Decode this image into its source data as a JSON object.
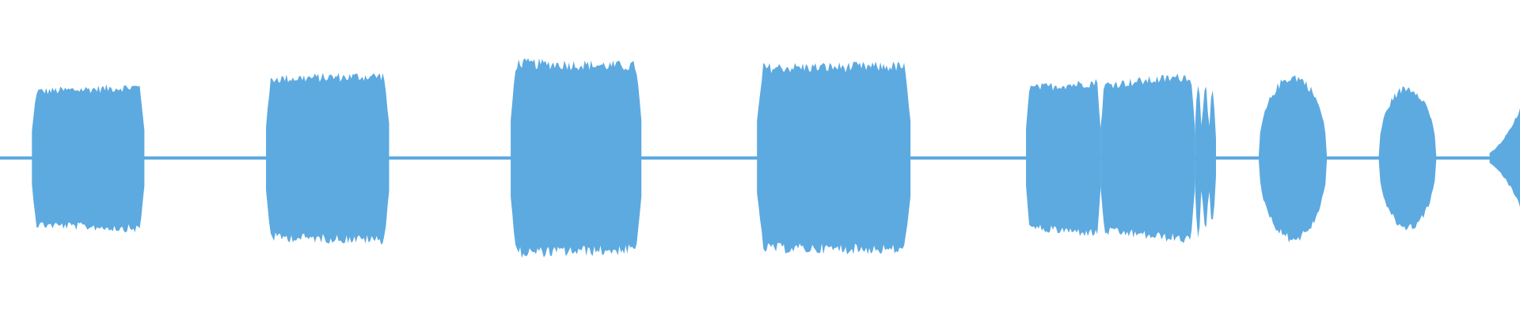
{
  "waveform": {
    "color": "#5DAAE1",
    "background": "#FFFFFF",
    "duration_fraction_start": 0,
    "duration_fraction_end": 1,
    "baseline_amplitude": 0.012,
    "segments": [
      {
        "name": "burst-1",
        "start": 0.021,
        "end": 0.095,
        "amp_start": 0.42,
        "amp_end": 0.45,
        "shape": "flat"
      },
      {
        "name": "burst-2",
        "start": 0.175,
        "end": 0.256,
        "amp_start": 0.5,
        "amp_end": 0.52,
        "shape": "flat"
      },
      {
        "name": "burst-3",
        "start": 0.336,
        "end": 0.422,
        "amp_start": 0.6,
        "amp_end": 0.58,
        "shape": "flat"
      },
      {
        "name": "burst-4",
        "start": 0.498,
        "end": 0.599,
        "amp_start": 0.57,
        "amp_end": 0.58,
        "shape": "flat"
      },
      {
        "name": "burst-5",
        "start": 0.675,
        "end": 0.724,
        "amp_start": 0.44,
        "amp_end": 0.48,
        "shape": "flat"
      },
      {
        "name": "burst-6",
        "start": 0.724,
        "end": 0.786,
        "amp_start": 0.46,
        "amp_end": 0.52,
        "shape": "flat"
      },
      {
        "name": "burst-7",
        "start": 0.786,
        "end": 0.8,
        "amp_start": 0.5,
        "amp_end": 0.4,
        "shape": "spike"
      },
      {
        "name": "burst-8",
        "start": 0.828,
        "end": 0.873,
        "amp_start": 0.5,
        "amp_end": 0.52,
        "shape": "rounded"
      },
      {
        "name": "burst-9",
        "start": 0.907,
        "end": 0.945,
        "amp_start": 0.44,
        "amp_end": 0.44,
        "shape": "rounded"
      },
      {
        "name": "burst-10",
        "start": 0.98,
        "end": 1.0,
        "amp_start": 0.1,
        "amp_end": 0.3,
        "shape": "rise"
      }
    ]
  }
}
